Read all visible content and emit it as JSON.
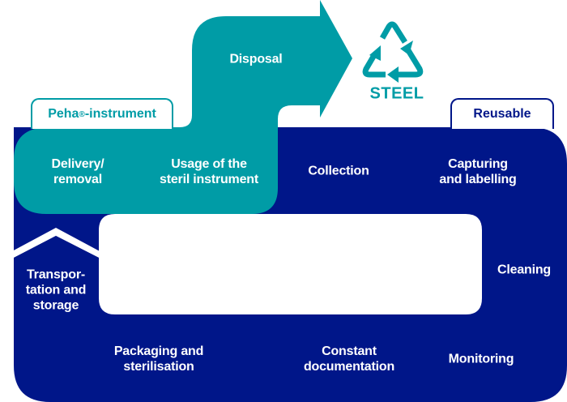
{
  "colors": {
    "teal": "#009ca6",
    "navy": "#001689",
    "white": "#ffffff"
  },
  "tabs": {
    "peha": {
      "name": "Peha",
      "reg": "®",
      "suffix": "-instrument"
    },
    "reusable": "Reusable"
  },
  "disposal": {
    "label": "Disposal",
    "icon": "recycle-icon",
    "material": "STEEL"
  },
  "steps": {
    "delivery": "Delivery/\nremoval",
    "usage": "Usage of the\nsteril instrument",
    "collection": "Collection",
    "capturing": "Capturing\nand labelling",
    "cleaning": "Cleaning",
    "monitoring": "Monitoring",
    "documentation": "Constant\ndocumentation",
    "packaging": "Packaging and\nsterilisation",
    "transportation": "Transpor-\ntation and\nstorage"
  }
}
